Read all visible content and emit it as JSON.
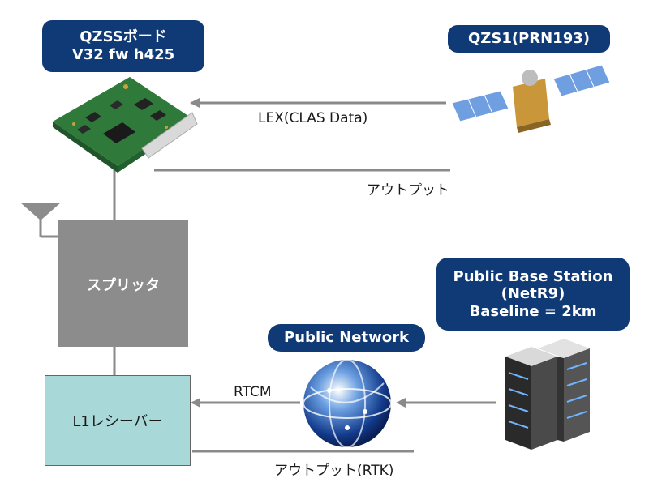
{
  "qzss_board": {
    "line1": "QZSSボード",
    "line2": "V32 fw h425"
  },
  "satellite": {
    "label": "QZS1(PRN193)"
  },
  "links": {
    "lex": "LEX(CLAS Data)",
    "output": "アウトプット",
    "rtcm": "RTCM",
    "output_rtk": "アウトプット(RTK)"
  },
  "splitter": {
    "label": "スプリッタ"
  },
  "receiver": {
    "label": "L1レシーバー"
  },
  "public_network": {
    "label": "Public Network"
  },
  "base_station": {
    "line1": "Public Base Station",
    "line2": "(NetR9)",
    "line3": "Baseline = 2km"
  },
  "colors": {
    "pill_bg": "#0f3a76",
    "line_gray": "#8a8a8a",
    "splitter_gray": "#8c8c8c",
    "receiver_fill": "#a8d8d8"
  }
}
